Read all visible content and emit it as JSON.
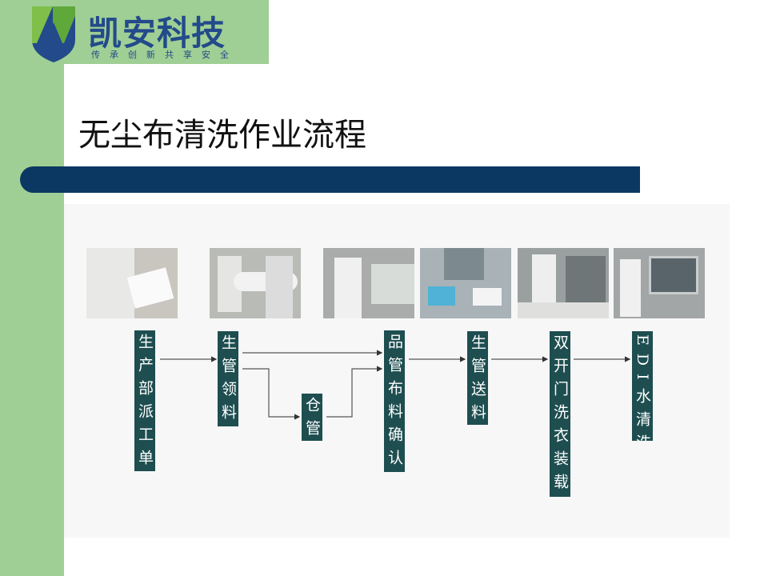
{
  "logo": {
    "name": "凯安科技",
    "slogan": "传承创新共享安全"
  },
  "title": "无尘布清洗作业流程",
  "flow": {
    "steps": [
      {
        "label": "生产部派工单",
        "chars": [
          "生",
          "产",
          "部",
          "派",
          "工",
          "单"
        ]
      },
      {
        "label": "生管领料",
        "chars": [
          "生",
          "管",
          "领",
          "料"
        ]
      },
      {
        "label": "仓管",
        "chars": [
          "仓",
          "管"
        ]
      },
      {
        "label": "品管布料确认",
        "chars": [
          "品",
          "管",
          "布",
          "料",
          "确",
          "认"
        ]
      },
      {
        "label": "生管送料",
        "chars": [
          "生",
          "管",
          "送",
          "料"
        ]
      },
      {
        "label": "双开门洗衣装载",
        "chars": [
          "双",
          "开",
          "门",
          "洗",
          "衣",
          "装",
          "载"
        ]
      },
      {
        "label": "EDI水清洗",
        "chars": [
          "EDI",
          "水",
          "清",
          "洗"
        ]
      }
    ]
  },
  "colors": {
    "green": "#9fcf94",
    "navy": "#0b3863",
    "box": "#1e4e50"
  }
}
